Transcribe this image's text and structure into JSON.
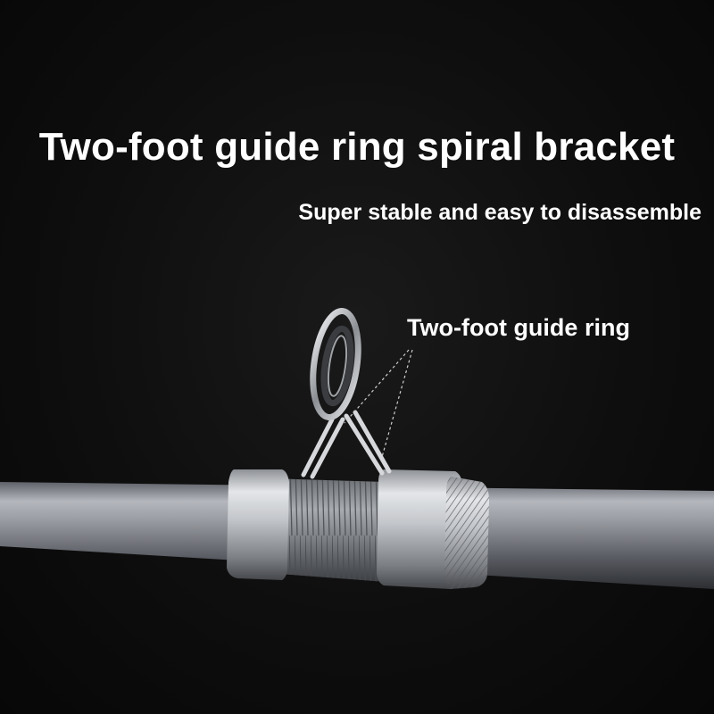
{
  "headline": {
    "title": "Two-foot guide ring spiral bracket",
    "subtitle": "Super stable and easy to disassemble"
  },
  "callout": {
    "label": "Two-foot guide ring"
  },
  "photo": {
    "subject": "fishing-rod-guide-ring",
    "background_color": "#0e0e0e",
    "rod_color": "#8a8d93",
    "metal_color": "#c9ccd0"
  }
}
